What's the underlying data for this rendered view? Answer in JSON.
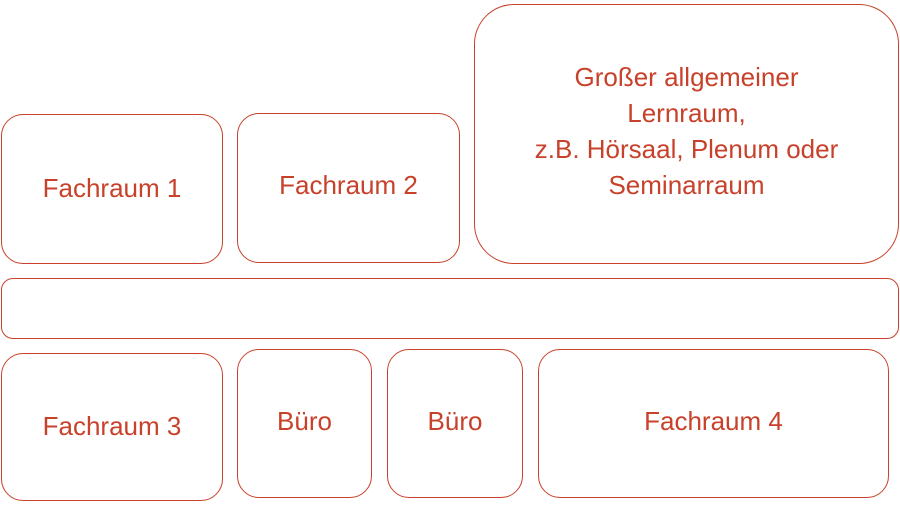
{
  "colors": {
    "accent": "#c8412a",
    "background": "#ffffff"
  },
  "rooms": {
    "fachraum1": "Fachraum 1",
    "fachraum2": "Fachraum 2",
    "lernraum": "Großer allgemeiner Lernraum, z.B. Hörsaal, Plenum oder Seminarraum",
    "fachraum3": "Fachraum 3",
    "buero1": "Büro",
    "buero2": "Büro",
    "fachraum4": "Fachraum 4"
  },
  "lernraum_lines": [
    "Großer allgemeiner",
    "Lernraum,",
    "z.B. Hörsaal, Plenum oder",
    "Seminarraum"
  ]
}
